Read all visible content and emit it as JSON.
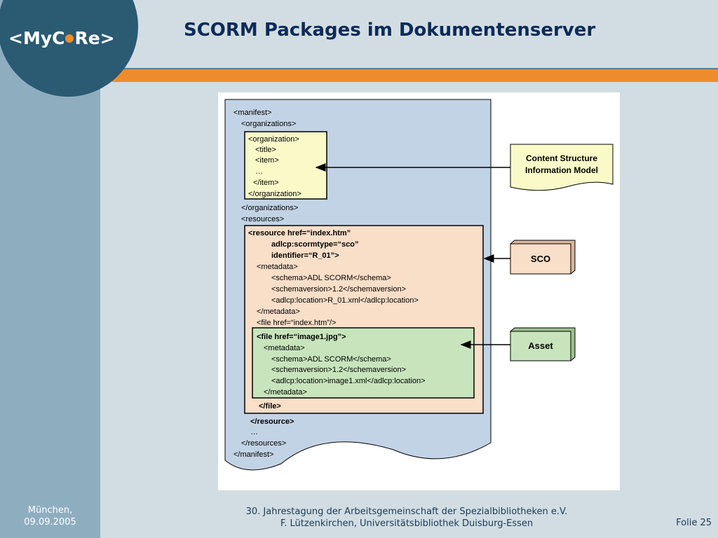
{
  "logo": {
    "left": "<MyC",
    "right": "Re>"
  },
  "slide_title": "SCORM Packages im Dokumentenserver",
  "manifest": {
    "open": "<manifest>",
    "orgs_open": "<organizations>",
    "org_lines": [
      "<organization>",
      "<title>",
      "<item>",
      "…",
      "</item>",
      "</organization>"
    ],
    "orgs_close": "</organizations>",
    "res_open": "<resources>",
    "resource_head": [
      "<resource href=“index.htm”",
      "adlcp:scormtype=“sco”",
      "identifier=“R_01”>"
    ],
    "resource_meta": [
      "<metadata>",
      "<schema>ADL SCORM</schema>",
      "<schemaversion>1.2</schemaversion>",
      "<adlcp:location>R_01.xml</adlcp:location>",
      "</metadata>",
      "<file href=“index.htm”/>"
    ],
    "file_head": "<file href=“image1.jpg”>",
    "file_meta": [
      "<metadata>",
      "<schema>ADL SCORM</schema>",
      "<schemaversion>1.2</schemaversion>",
      "<adlcp:location>image1.xml</adlcp:location>",
      "</metadata>"
    ],
    "file_close": "</file>",
    "resource_close": "</resource>",
    "ellipsis": "…",
    "res_close": "</resources>",
    "close": "</manifest>"
  },
  "callouts": {
    "csim": [
      "Content Structure",
      "Information Model"
    ],
    "sco": "SCO",
    "asset": "Asset"
  },
  "colors": {
    "manifest_bg": "#c3d3e6",
    "org_bg": "#fafac8",
    "resource_bg": "#f9dec8",
    "file_bg": "#c8e4bc",
    "note_bg": "#fafac8",
    "sco_box": "#f9dec8",
    "asset_box": "#c8e4bc",
    "orange": "#ee8c2d",
    "logo_blue": "#2b5a73"
  },
  "footer": {
    "left_line1": "München,",
    "left_line2": "09.09.2005",
    "center_line1": "30. Jahrestagung der Arbeitsgemeinschaft der Spezialbibliotheken e.V.",
    "center_line2": "F. Lützenkirchen, Universitätsbibliothek Duisburg-Essen",
    "page": "Folie 25"
  }
}
